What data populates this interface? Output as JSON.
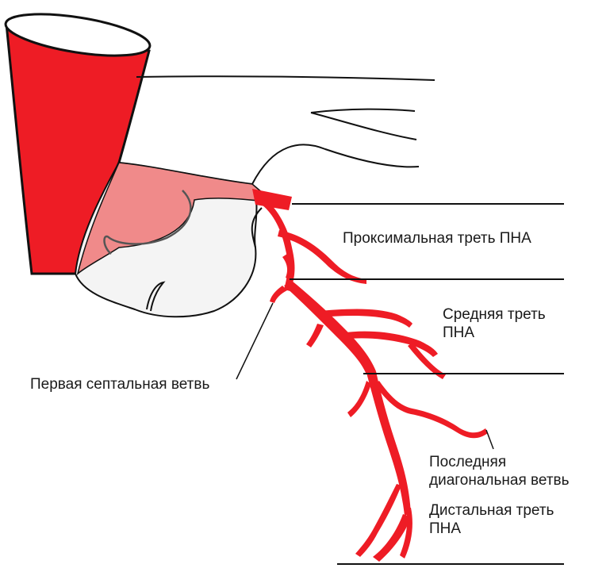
{
  "colors": {
    "artery": "#ee1c25",
    "artery_light": "#f08a8a",
    "outline": "#111111",
    "myocardium_fill": "#f4f4f4",
    "text": "#1a1a1a"
  },
  "labels": {
    "proximal_third": "Проксимальная треть ПНА",
    "middle_third_l1": "Средняя треть",
    "middle_third_l2": "ПНА",
    "first_septal": "Первая септальная ветвь",
    "last_diagonal_l1": "Последняя",
    "last_diagonal_l2": "диагональная ветвь",
    "distal_third_l1": "Дистальная треть",
    "distal_third_l2": "ПНА"
  }
}
